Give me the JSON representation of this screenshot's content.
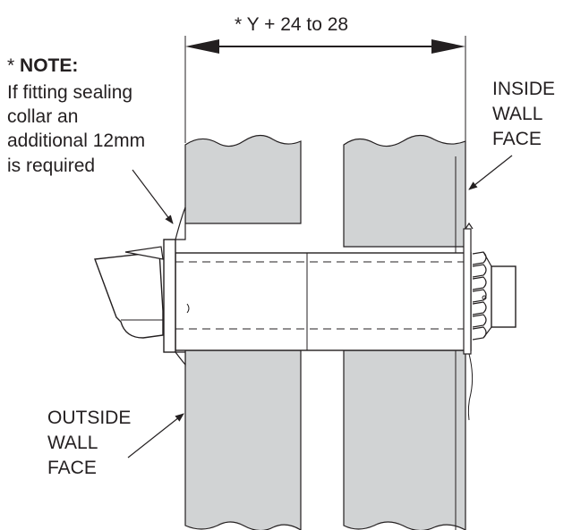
{
  "dimension": {
    "star": "*",
    "text": "Y + 24 to 28"
  },
  "note": {
    "star": "*",
    "heading": "NOTE:",
    "lines": [
      "If fitting sealing",
      "collar an",
      "additional 12mm",
      "is required"
    ]
  },
  "inside_label": [
    "INSIDE",
    "WALL",
    "FACE"
  ],
  "outside_label": [
    "OUTSIDE",
    "WALL",
    "FACE"
  ],
  "colors": {
    "wall": "#d1d3d4",
    "line": "#231f20",
    "background": "#ffffff"
  }
}
